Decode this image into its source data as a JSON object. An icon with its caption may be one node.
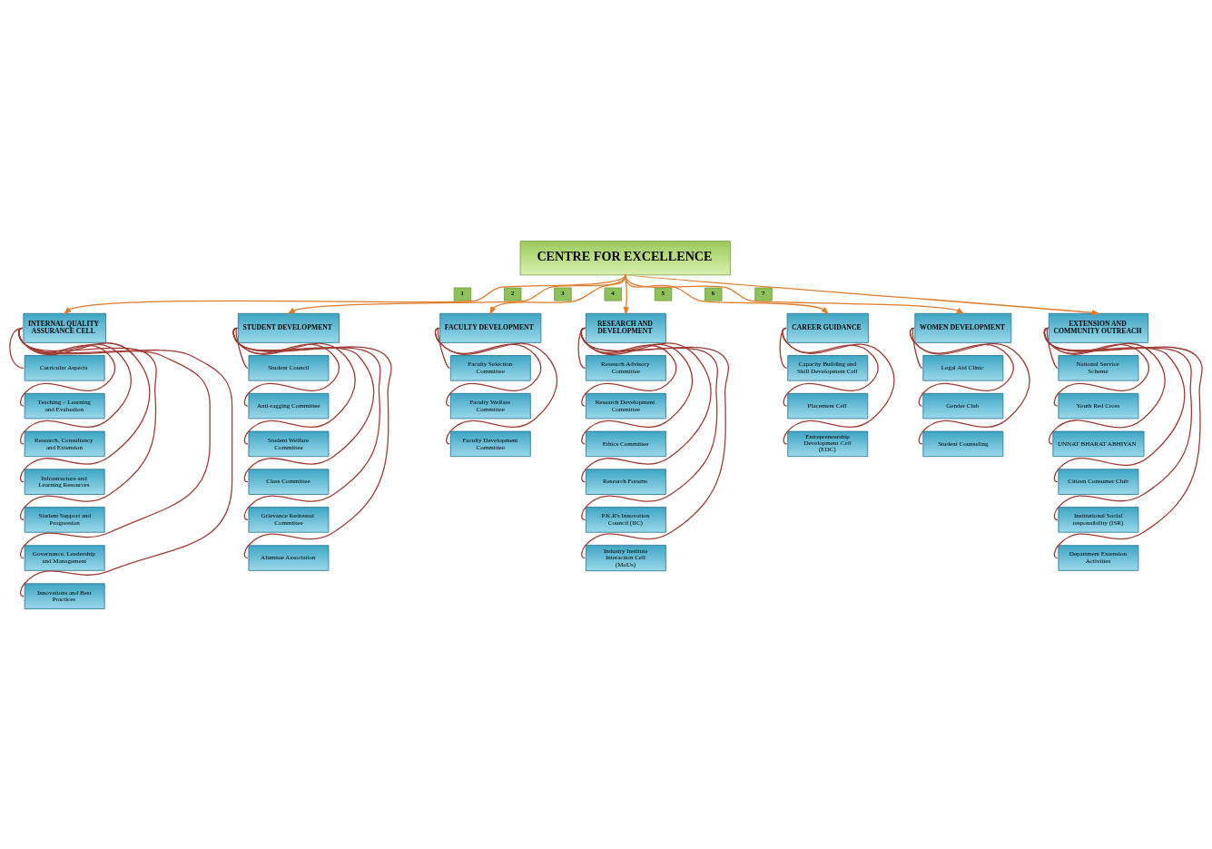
{
  "diagram": {
    "nodes": [
      {
        "text": [
          "CENTRE FOR EXCELLENCE"
        ]
      },
      {
        "text": [
          "1"
        ]
      },
      {
        "text": [
          "2"
        ]
      },
      {
        "text": [
          "3"
        ]
      },
      {
        "text": [
          "4"
        ]
      },
      {
        "text": [
          "5"
        ]
      },
      {
        "text": [
          "6"
        ]
      },
      {
        "text": [
          "7"
        ]
      },
      {
        "text": [
          "INTERNAL QUALITY ASSURANCE CELL"
        ]
      },
      {
        "text": [
          "Curricular Aspects"
        ]
      },
      {
        "text": [
          "Teaching – Learning and Evaluation"
        ]
      },
      {
        "text": [
          "Research, Consultancy and Extension"
        ]
      },
      {
        "text": [
          "Infrastructure and Learning Resources"
        ]
      },
      {
        "text": [
          "Student Support and Progression"
        ]
      },
      {
        "text": [
          "Governance, Leadership and Management"
        ]
      },
      {
        "text": [
          "Innovations and Best Practices"
        ]
      },
      {
        "text": [
          "STUDENT DEVELOPMENT"
        ]
      },
      {
        "text": [
          "Student Council"
        ]
      },
      {
        "text": [
          "Anti-ragging Committee"
        ]
      },
      {
        "text": [
          "Student Welfare Committee"
        ]
      },
      {
        "text": [
          "Class Committee"
        ]
      },
      {
        "text": [
          "Grievance Redressal Committee"
        ]
      },
      {
        "text": [
          "Alumnae Association"
        ]
      },
      {
        "text": [
          "FACULTY DEVELOPMENT"
        ]
      },
      {
        "text": [
          "Faculty Selection Committee"
        ]
      },
      {
        "text": [
          "Faculty Welfare Committee"
        ]
      },
      {
        "text": [
          "Faculty Development Committee"
        ]
      },
      {
        "text": [
          "RESEARCH AND DEVELOPMENT"
        ]
      },
      {
        "text": [
          "Research Advisory Committee"
        ]
      },
      {
        "text": [
          "Research Development Committee"
        ]
      },
      {
        "text": [
          "Ethics Committee"
        ]
      },
      {
        "text": [
          "Research Forums"
        ]
      },
      {
        "text": [
          "P.K.R's Innovation Council (IIC)"
        ]
      },
      {
        "text": [
          "Industry Institute Interaction Cell (MoUs)"
        ]
      },
      {
        "text": [
          "CAREER GUIDANCE"
        ]
      },
      {
        "text": [
          "Capacity Building and Skill Development Cell"
        ]
      },
      {
        "text": [
          "Placement Cell"
        ]
      },
      {
        "text": [
          "Entrepreneurship Development *Cell* (EDC)"
        ]
      },
      {
        "text": [
          "WOMEN DEVELOPMENT"
        ]
      },
      {
        "text": [
          "Legal Aid Clinic"
        ]
      },
      {
        "text": [
          "Gender Club"
        ]
      },
      {
        "text": [
          "Student Counseling"
        ]
      },
      {
        "text": [
          "EXTENSION AND COMMUNITY OUTREACH"
        ]
      },
      {
        "text": [
          "National Service Scheme"
        ]
      },
      {
        "text": [
          "Youth Red Cross"
        ]
      },
      {
        "text": [
          "UNNAT BHARAT ABHIYAN"
        ]
      },
      {
        "text": [
          "Citizen Consumer Club"
        ]
      },
      {
        "text": [
          "Institutional Social responsibility (ISR)"
        ]
      },
      {
        "text": [
          "Department Extension Activities"
        ]
      }
    ],
    "edges": [
      {
        "from": 0,
        "to": 8,
        "arrow": "to",
        "color": "#e07b2a"
      },
      {
        "from": 0,
        "to": 16,
        "arrow": "to",
        "color": "#e07b2a"
      },
      {
        "from": 0,
        "to": 23,
        "arrow": "to",
        "color": "#e07b2a"
      },
      {
        "from": 0,
        "to": 27,
        "arrow": "to",
        "color": "#e07b2a"
      },
      {
        "from": 0,
        "to": 34,
        "arrow": "to",
        "color": "#e07b2a"
      },
      {
        "from": 0,
        "to": 38,
        "arrow": "to",
        "color": "#e07b2a"
      },
      {
        "from": 0,
        "to": 42,
        "arrow": "to",
        "color": "#e07b2a"
      },
      {
        "from": 8,
        "to": 9,
        "arrow": "none"
      },
      {
        "from": 8,
        "to": 10,
        "arrow": "none"
      },
      {
        "from": 8,
        "to": 11,
        "arrow": "none"
      },
      {
        "from": 8,
        "to": 12,
        "arrow": "none"
      },
      {
        "from": 8,
        "to": 13,
        "arrow": "none"
      },
      {
        "from": 8,
        "to": 14,
        "arrow": "none"
      },
      {
        "from": 8,
        "to": 15,
        "arrow": "none"
      },
      {
        "from": 16,
        "to": 17,
        "arrow": "none"
      },
      {
        "from": 16,
        "to": 18,
        "arrow": "none"
      },
      {
        "from": 16,
        "to": 19,
        "arrow": "none"
      },
      {
        "from": 16,
        "to": 20,
        "arrow": "none"
      },
      {
        "from": 16,
        "to": 21,
        "arrow": "none"
      },
      {
        "from": 16,
        "to": 22,
        "arrow": "none"
      },
      {
        "from": 23,
        "to": 24,
        "arrow": "none"
      },
      {
        "from": 23,
        "to": 25,
        "arrow": "none"
      },
      {
        "from": 23,
        "to": 26,
        "arrow": "none"
      },
      {
        "from": 27,
        "to": 28,
        "arrow": "none"
      },
      {
        "from": 27,
        "to": 29,
        "arrow": "none"
      },
      {
        "from": 27,
        "to": 30,
        "arrow": "none"
      },
      {
        "from": 27,
        "to": 31,
        "arrow": "none"
      },
      {
        "from": 27,
        "to": 32,
        "arrow": "none"
      },
      {
        "from": 27,
        "to": 33,
        "arrow": "none"
      },
      {
        "from": 34,
        "to": 35,
        "arrow": "none"
      },
      {
        "from": 34,
        "to": 36,
        "arrow": "none"
      },
      {
        "from": 34,
        "to": 37,
        "arrow": "none"
      },
      {
        "from": 38,
        "to": 39,
        "arrow": "none"
      },
      {
        "from": 38,
        "to": 40,
        "arrow": "none"
      },
      {
        "from": 38,
        "to": 41,
        "arrow": "none"
      },
      {
        "from": 42,
        "to": 43,
        "arrow": "none"
      },
      {
        "from": 42,
        "to": 44,
        "arrow": "none"
      },
      {
        "from": 42,
        "to": 45,
        "arrow": "none"
      },
      {
        "from": 42,
        "to": 46,
        "arrow": "none"
      },
      {
        "from": 42,
        "to": 47,
        "arrow": "none"
      },
      {
        "from": 42,
        "to": 48,
        "arrow": "none"
      }
    ]
  }
}
